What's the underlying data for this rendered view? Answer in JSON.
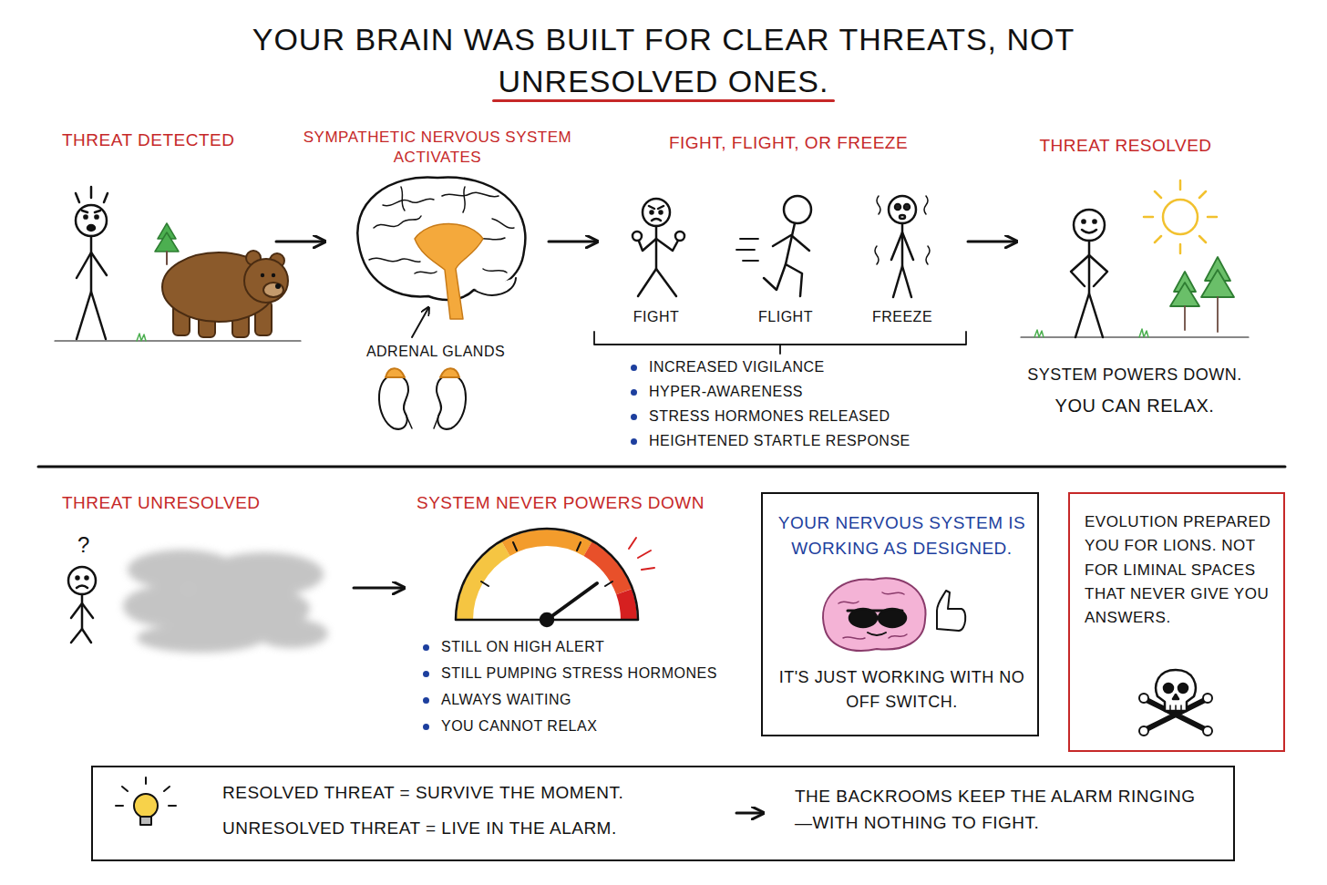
{
  "diagram": {
    "title": "YOUR BRAIN WAS BUILT FOR CLEAR THREATS, NOT UNRESOLVED ONES.",
    "nodes": [
      {
        "text": [
          "YOUR NERVOUS SYSTEM IS WORKING AS DESIGNED.",
          "IT'S JUST WORKING WITH NO OFF SWITCH."
        ]
      },
      {
        "text": [
          "EVOLUTION PREPARED YOU FOR LIONS. NOT FOR LIMINAL SPACES THAT NEVER GIVE YOU ANSWERS."
        ]
      },
      {
        "text": [
          "RESOLVED THREAT = SURVIVE THE MOMENT.",
          "UNRESOLVED THREAT = LIVE IN THE ALARM.",
          "THE BACKROOMS KEEP THE ALARM RINGING—WITH NOTHING TO FIGHT."
        ]
      }
    ],
    "labels": [
      "THREAT DETECTED",
      "SYMPATHETIC NERVOUS SYSTEM ACTIVATES",
      "ADRENAL GLANDS",
      "FIGHT, FLIGHT, OR FREEZE",
      "FIGHT",
      "FLIGHT",
      "FREEZE",
      "INCREASED VIGILANCE",
      "HYPER-AWARENESS",
      "STRESS HORMONES RELEASED",
      "HEIGHTENED STARTLE RESPONSE",
      "THREAT RESOLVED",
      "SYSTEM POWERS DOWN.",
      "YOU CAN RELAX.",
      "THREAT UNRESOLVED",
      "?",
      "SYSTEM NEVER POWERS DOWN",
      "STILL ON HIGH ALERT",
      "STILL PUMPING STRESS HORMONES",
      "ALWAYS WAITING",
      "YOU CANNOT RELAX"
    ]
  }
}
